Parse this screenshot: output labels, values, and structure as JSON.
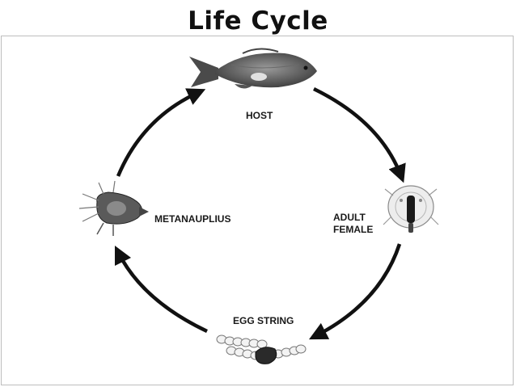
{
  "title": "Life Cycle",
  "stages": {
    "host": "HOST",
    "adult_female": "ADULT\nFEMALE",
    "egg_string": "EGG STRING",
    "metanauplius": "METANAUPLIUS"
  },
  "icons": {
    "host": "fish-icon",
    "adult_female": "louse-adult-female-icon",
    "egg_string": "egg-string-icon",
    "metanauplius": "metanauplius-larva-icon"
  },
  "colors": {
    "arrow": "#111111",
    "frame": "#bdbdbd"
  }
}
